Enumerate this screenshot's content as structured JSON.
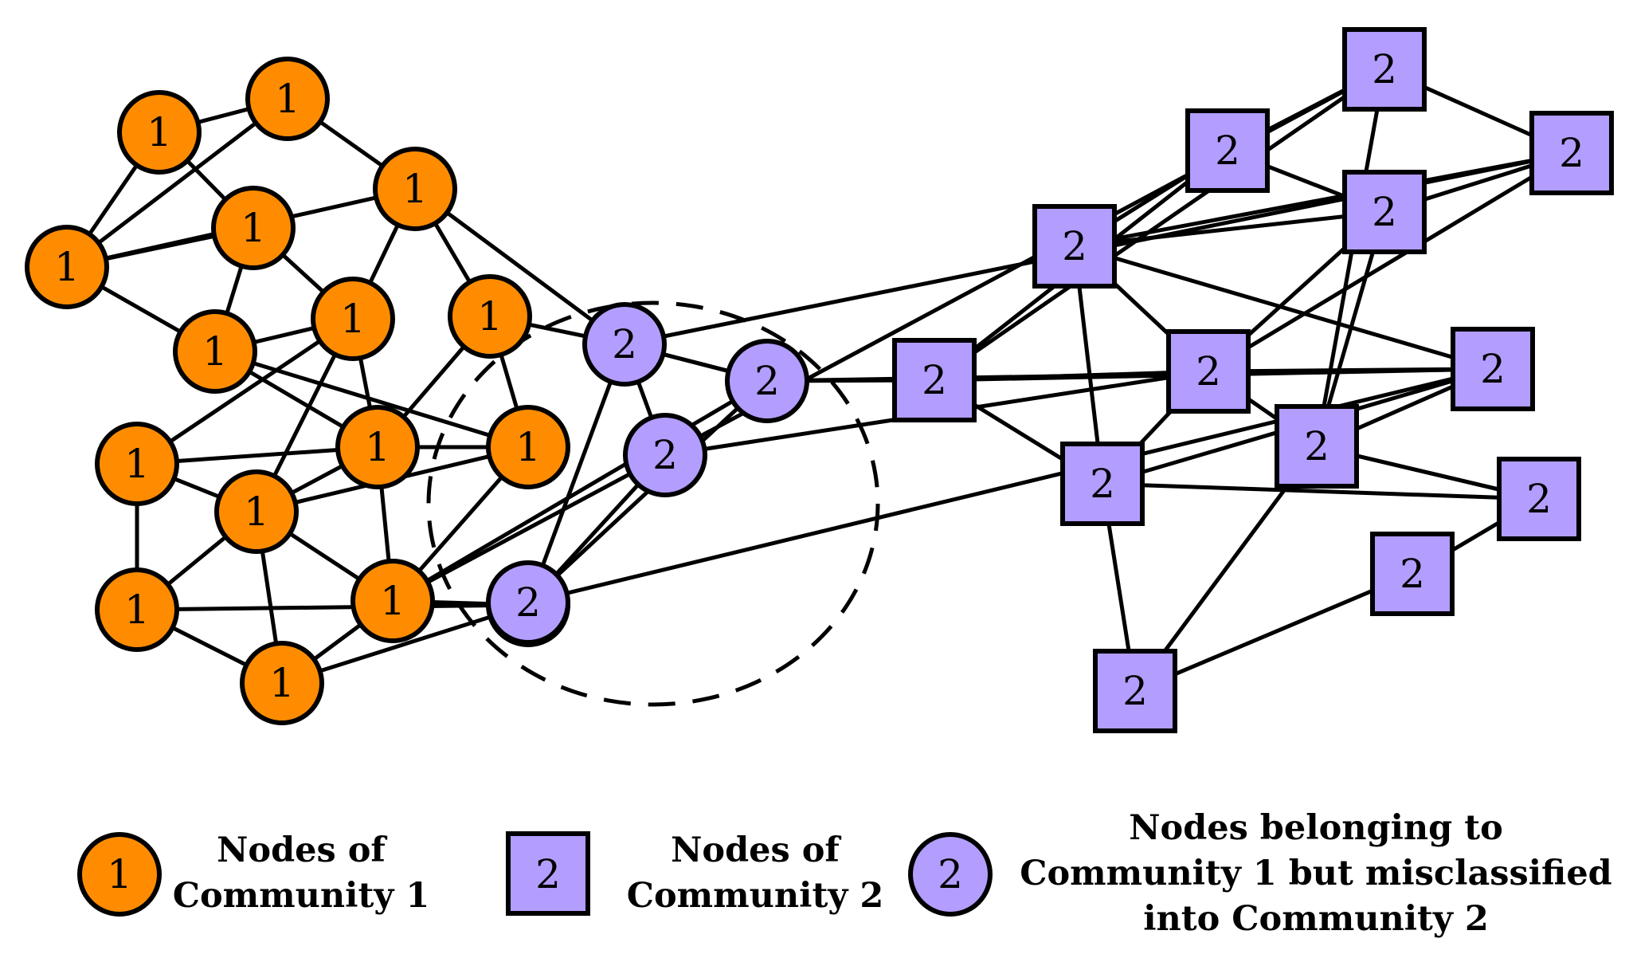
{
  "colors": {
    "community1_fill": "#FF8C00",
    "community2_fill": "#B39DFF",
    "misclassified_fill": "#B39DFF",
    "stroke": "#000000"
  },
  "nodes": [
    {
      "id": "a1",
      "type": "c1",
      "label": "1"
    },
    {
      "id": "a2",
      "type": "c1",
      "label": "1"
    },
    {
      "id": "a3",
      "type": "c1",
      "label": "1"
    },
    {
      "id": "a4",
      "type": "c1",
      "label": "1"
    },
    {
      "id": "a5",
      "type": "c1",
      "label": "1"
    },
    {
      "id": "a6",
      "type": "c1",
      "label": "1"
    },
    {
      "id": "a7",
      "type": "c1",
      "label": "1"
    },
    {
      "id": "a8",
      "type": "c1",
      "label": "1"
    },
    {
      "id": "a9",
      "type": "c1",
      "label": "1"
    },
    {
      "id": "a10",
      "type": "c1",
      "label": "1"
    },
    {
      "id": "a11",
      "type": "c1",
      "label": "1"
    },
    {
      "id": "a12",
      "type": "c1",
      "label": "1"
    },
    {
      "id": "a13",
      "type": "c1",
      "label": "1"
    },
    {
      "id": "a14",
      "type": "c1",
      "label": "1"
    },
    {
      "id": "a15",
      "type": "c1",
      "label": "1"
    },
    {
      "id": "a16",
      "type": "c1",
      "label": "1"
    },
    {
      "id": "m1",
      "type": "mis",
      "label": "2"
    },
    {
      "id": "m2",
      "type": "mis",
      "label": "2"
    },
    {
      "id": "m3",
      "type": "mis",
      "label": "2"
    },
    {
      "id": "m4",
      "type": "mis",
      "label": "2"
    },
    {
      "id": "s1",
      "type": "c2",
      "label": "2"
    },
    {
      "id": "s2",
      "type": "c2",
      "label": "2"
    },
    {
      "id": "s3",
      "type": "c2",
      "label": "2"
    },
    {
      "id": "s4",
      "type": "c2",
      "label": "2"
    },
    {
      "id": "s5",
      "type": "c2",
      "label": "2"
    },
    {
      "id": "s6",
      "type": "c2",
      "label": "2"
    },
    {
      "id": "s7",
      "type": "c2",
      "label": "2"
    },
    {
      "id": "s8",
      "type": "c2",
      "label": "2"
    },
    {
      "id": "s9",
      "type": "c2",
      "label": "2"
    },
    {
      "id": "s10",
      "type": "c2",
      "label": "2"
    },
    {
      "id": "s11",
      "type": "c2",
      "label": "2"
    },
    {
      "id": "s12",
      "type": "c2",
      "label": "2"
    },
    {
      "id": "s13",
      "type": "c2",
      "label": "2"
    },
    {
      "id": "s14",
      "type": "c2",
      "label": "2"
    }
  ],
  "edges": [
    [
      "a1",
      "a2"
    ],
    [
      "a1",
      "a3"
    ],
    [
      "a1",
      "a4"
    ],
    [
      "a2",
      "a3"
    ],
    [
      "a2",
      "a5"
    ],
    [
      "a3",
      "a5"
    ],
    [
      "a3",
      "a6"
    ],
    [
      "a3",
      "a4"
    ],
    [
      "a4",
      "a6"
    ],
    [
      "a4",
      "a7"
    ],
    [
      "a5",
      "a7"
    ],
    [
      "a5",
      "a8"
    ],
    [
      "a5",
      "m1"
    ],
    [
      "a6",
      "a7"
    ],
    [
      "a6",
      "a9"
    ],
    [
      "a6",
      "a10"
    ],
    [
      "a7",
      "a9"
    ],
    [
      "a7",
      "a11"
    ],
    [
      "a7",
      "a12"
    ],
    [
      "a8",
      "a9"
    ],
    [
      "a8",
      "a10"
    ],
    [
      "a8",
      "m1"
    ],
    [
      "a9",
      "a11"
    ],
    [
      "a9",
      "a14"
    ],
    [
      "a9",
      "a12"
    ],
    [
      "a9",
      "a10"
    ],
    [
      "a10",
      "a12"
    ],
    [
      "a10",
      "a14"
    ],
    [
      "a11",
      "a12"
    ],
    [
      "a11",
      "a13"
    ],
    [
      "a12",
      "a13"
    ],
    [
      "a12",
      "a15"
    ],
    [
      "a12",
      "a14"
    ],
    [
      "a13",
      "a15"
    ],
    [
      "a13",
      "a16"
    ],
    [
      "a14",
      "m2"
    ],
    [
      "a14",
      "a15"
    ],
    [
      "a14",
      "a16"
    ],
    [
      "a14",
      "m3"
    ],
    [
      "a15",
      "a16"
    ],
    [
      "a16",
      "m4"
    ],
    [
      "a16",
      "m1"
    ],
    [
      "a16",
      "m2"
    ],
    [
      "m1",
      "m2"
    ],
    [
      "m1",
      "m3"
    ],
    [
      "m2",
      "s6"
    ],
    [
      "m1",
      "s3"
    ],
    [
      "m2",
      "s1"
    ],
    [
      "m3",
      "m1"
    ],
    [
      "m3",
      "m4"
    ],
    [
      "m3",
      "s8"
    ],
    [
      "m3",
      "s7"
    ],
    [
      "m4",
      "s8"
    ],
    [
      "s1",
      "s3"
    ],
    [
      "s1",
      "s7"
    ],
    [
      "s1",
      "s2"
    ],
    [
      "s2",
      "s4"
    ],
    [
      "s2",
      "s5"
    ],
    [
      "s3",
      "s4"
    ],
    [
      "s3",
      "s5"
    ],
    [
      "s3",
      "s6"
    ],
    [
      "s4",
      "s6"
    ],
    [
      "s4",
      "s5"
    ],
    [
      "s4",
      "s9"
    ],
    [
      "s5",
      "s6"
    ],
    [
      "s5",
      "s8"
    ],
    [
      "s5",
      "s10"
    ],
    [
      "s6",
      "s7"
    ],
    [
      "s6",
      "s8"
    ],
    [
      "s6",
      "s9"
    ],
    [
      "s6",
      "s10"
    ],
    [
      "s7",
      "s10"
    ],
    [
      "s7",
      "s8"
    ],
    [
      "s8",
      "s10"
    ],
    [
      "s8",
      "s11"
    ],
    [
      "s9",
      "s12"
    ],
    [
      "s10",
      "s12"
    ],
    [
      "s10",
      "s13"
    ],
    [
      "s11",
      "s12"
    ],
    [
      "s11",
      "s13"
    ],
    [
      "s12",
      "s14"
    ],
    [
      "s13",
      "s14"
    ],
    [
      "s7",
      "s2"
    ],
    [
      "s1",
      "s9"
    ]
  ],
  "legend": {
    "community1": {
      "symbol": "1",
      "lines": [
        "Nodes of",
        "Community 1"
      ]
    },
    "community2": {
      "symbol": "2",
      "lines": [
        "Nodes of",
        "Community 2"
      ]
    },
    "misclassified": {
      "symbol": "2",
      "lines": [
        "Nodes belonging to",
        "Community 1 but misclassified",
        "into Community 2"
      ]
    }
  }
}
